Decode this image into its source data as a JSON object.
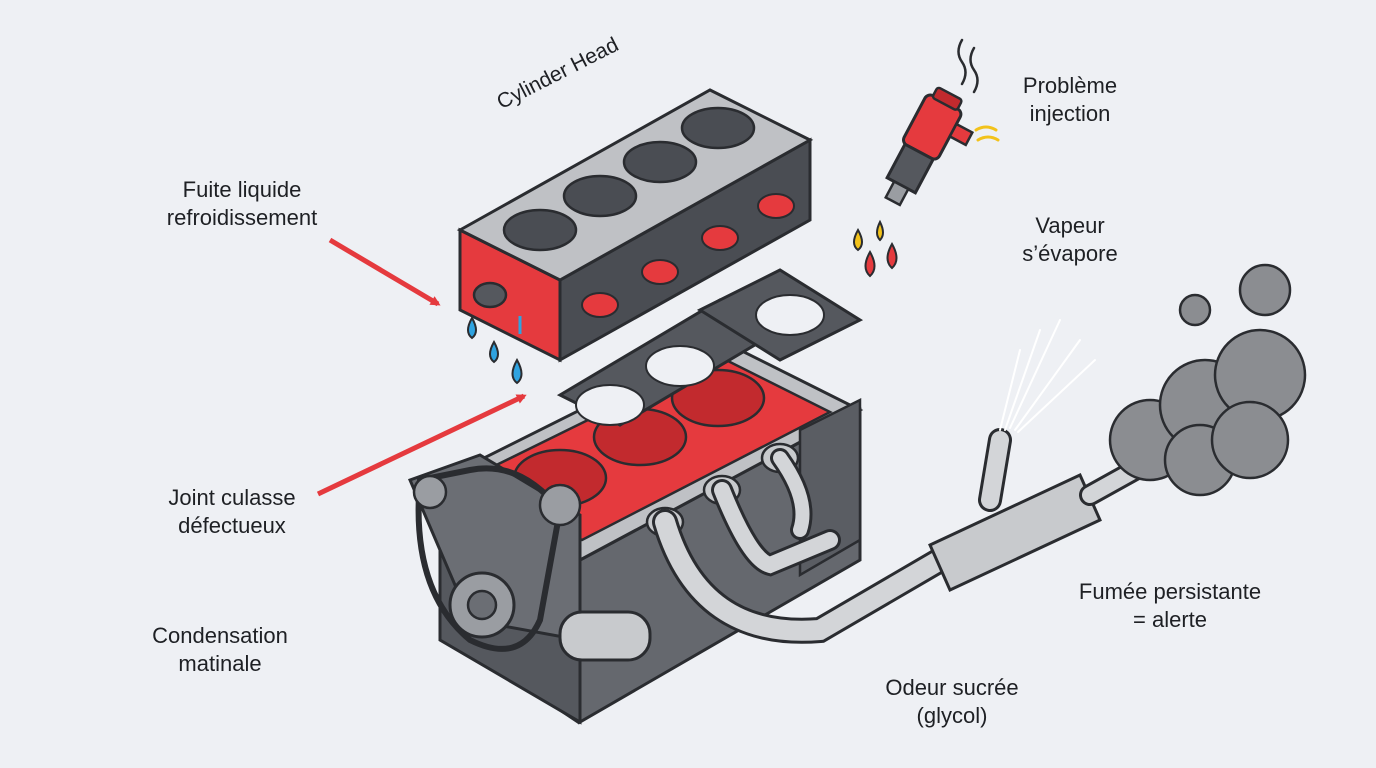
{
  "labels": {
    "cylinder_head": "Cylinder Head",
    "coolant_leak": [
      "Fuite liquide",
      "refroidissement"
    ],
    "head_gasket": [
      "Joint culasse",
      "défectueux"
    ],
    "condensation": [
      "Condensation",
      "matinale"
    ],
    "injection": [
      "Problème",
      "injection"
    ],
    "vapor": [
      "Vapeur",
      "s’évapore"
    ],
    "smoke": [
      "Fumée persistante",
      "= alerte"
    ],
    "smell": [
      "Odeur sucrée",
      "(glycol)"
    ]
  },
  "colors": {
    "background": "#eef0f4",
    "accent_red": "#e53a3e",
    "metal_dark": "#4a4d53",
    "metal_light": "#c8cacd",
    "coolant_blue": "#2fa3e0",
    "fuel_yellow": "#f2c21a",
    "smoke_gray": "#8b8d91",
    "outline": "#2a2c30"
  }
}
